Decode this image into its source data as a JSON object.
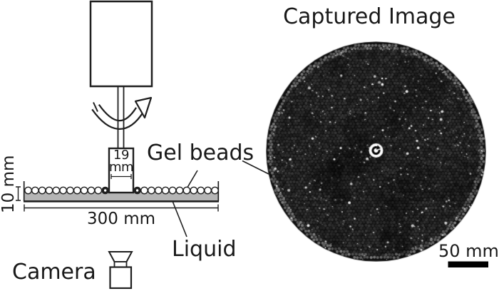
{
  "apparatus": {
    "stirrer_width_label": [
      "19",
      "mm"
    ],
    "depth_label": "10 mm",
    "width_label": "300 mm",
    "gel_beads_label": "Gel beads",
    "liquid_label": "Liquid",
    "camera_label": "Camera",
    "liquid_color": "#b5b5b5",
    "line_color": "#1f1f1f"
  },
  "captured_image": {
    "title": "Captured Image",
    "scale_bar_label": "50 mm",
    "disk": {
      "background": "#0f0f0f",
      "speckle": "#ffffff",
      "marker": "#ffffff",
      "center_marker": "clockwise-rotation-arrow-icon"
    }
  }
}
